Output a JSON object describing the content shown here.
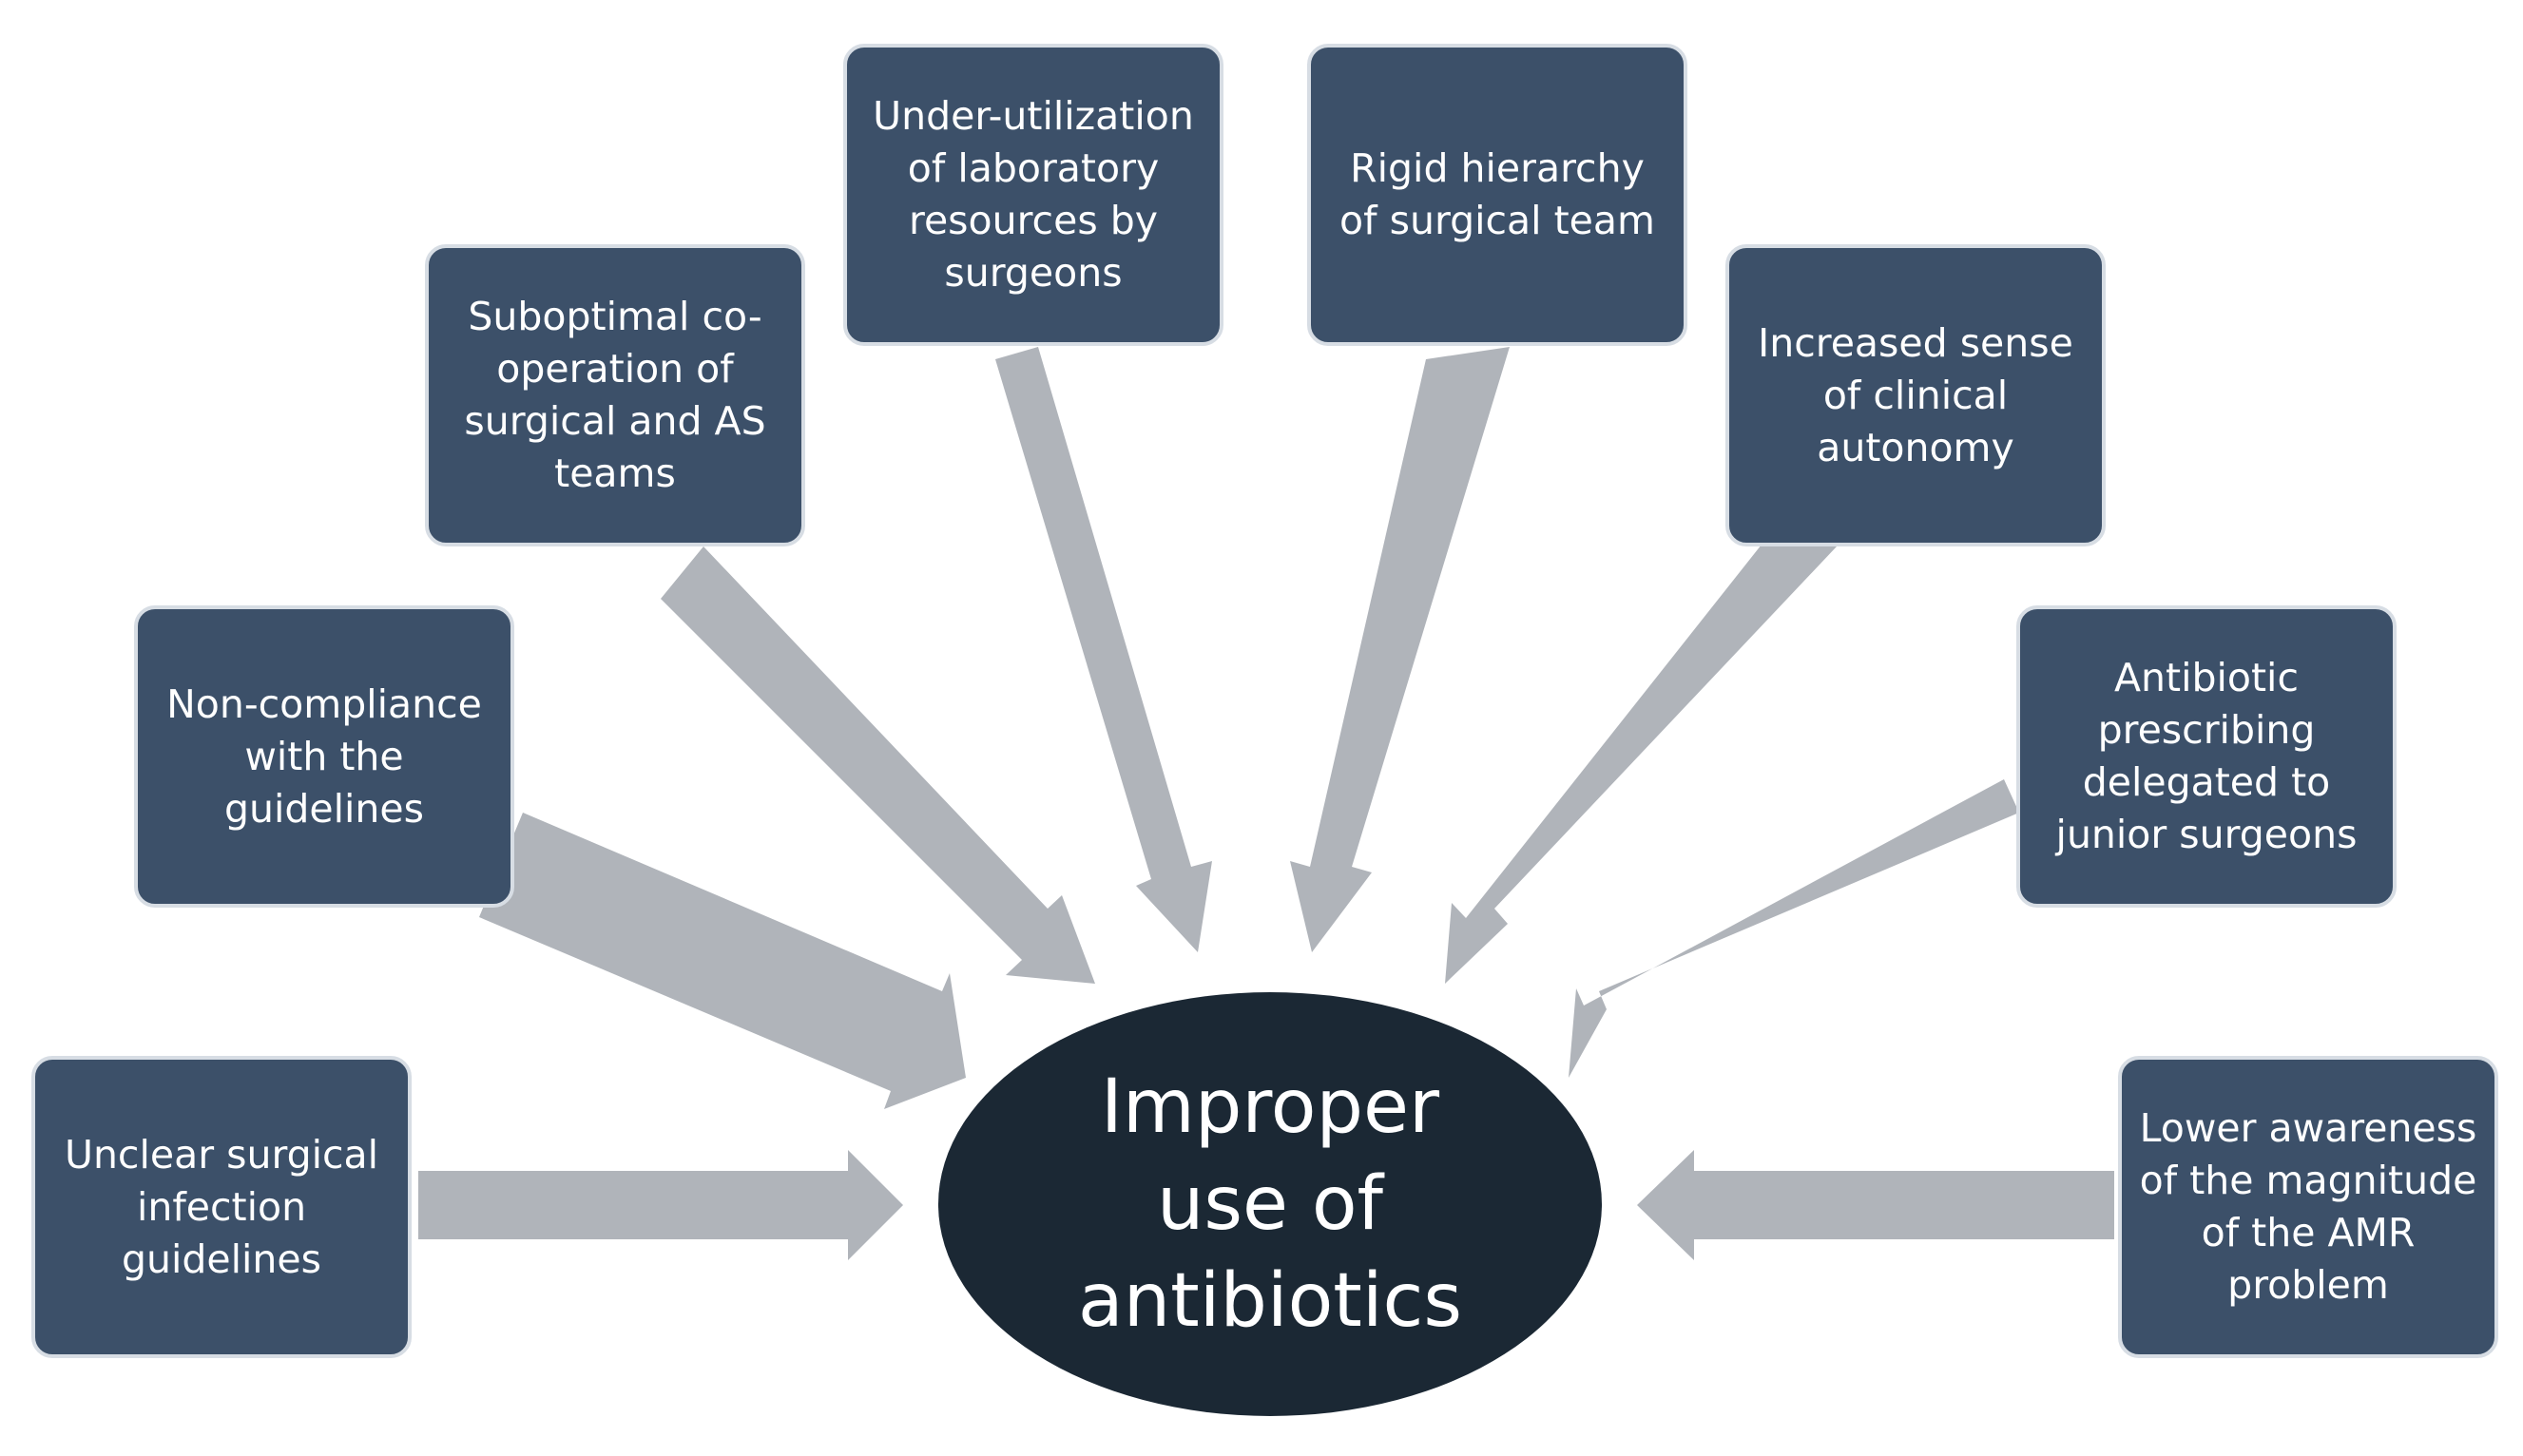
{
  "diagram": {
    "center_label": "Improper use of antibiotics",
    "arrow_color": "#b0b4ba",
    "box_color": "#3c5069",
    "center_color": "#1b2834",
    "factors": [
      "Unclear surgical infection guidelines",
      "Non-compliance with the guidelines",
      "Suboptimal co-operation of surgical and AS teams",
      "Under-utilization of laboratory resources by surgeons",
      "Rigid hierarchy of surgical team",
      "Increased sense of clinical autonomy",
      "Antibiotic prescribing delegated to junior surgeons",
      "Lower awareness of the magnitude of the AMR problem"
    ]
  }
}
